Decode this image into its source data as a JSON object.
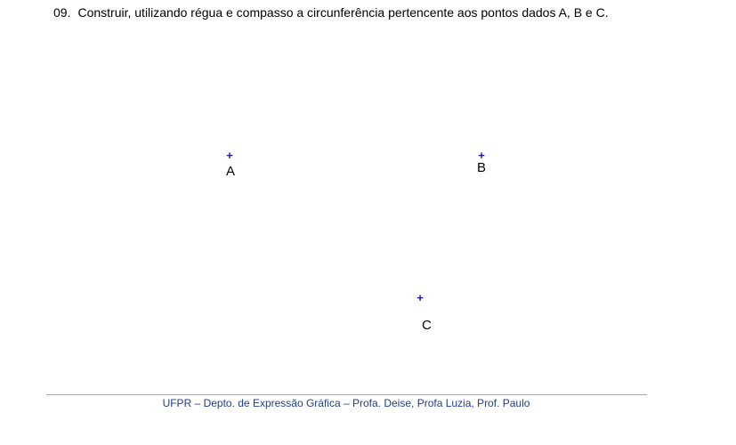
{
  "question": {
    "number": "09.",
    "text": "Construir, utilizando régua e compasso a circunferência pertencente aos pontos dados A, B e C."
  },
  "points": [
    {
      "marker": "+",
      "label": "A"
    },
    {
      "marker": "+",
      "label": "B"
    },
    {
      "marker": "+",
      "label": "C"
    }
  ],
  "footer": {
    "text": "UFPR – Depto. de Expressão Gráfica – Profa. Deise, Profa Luzia, Prof. Paulo"
  },
  "colors": {
    "marker": "#1a1aa6",
    "footer_text": "#1f3f8a",
    "rule": "#a9a9a9"
  }
}
